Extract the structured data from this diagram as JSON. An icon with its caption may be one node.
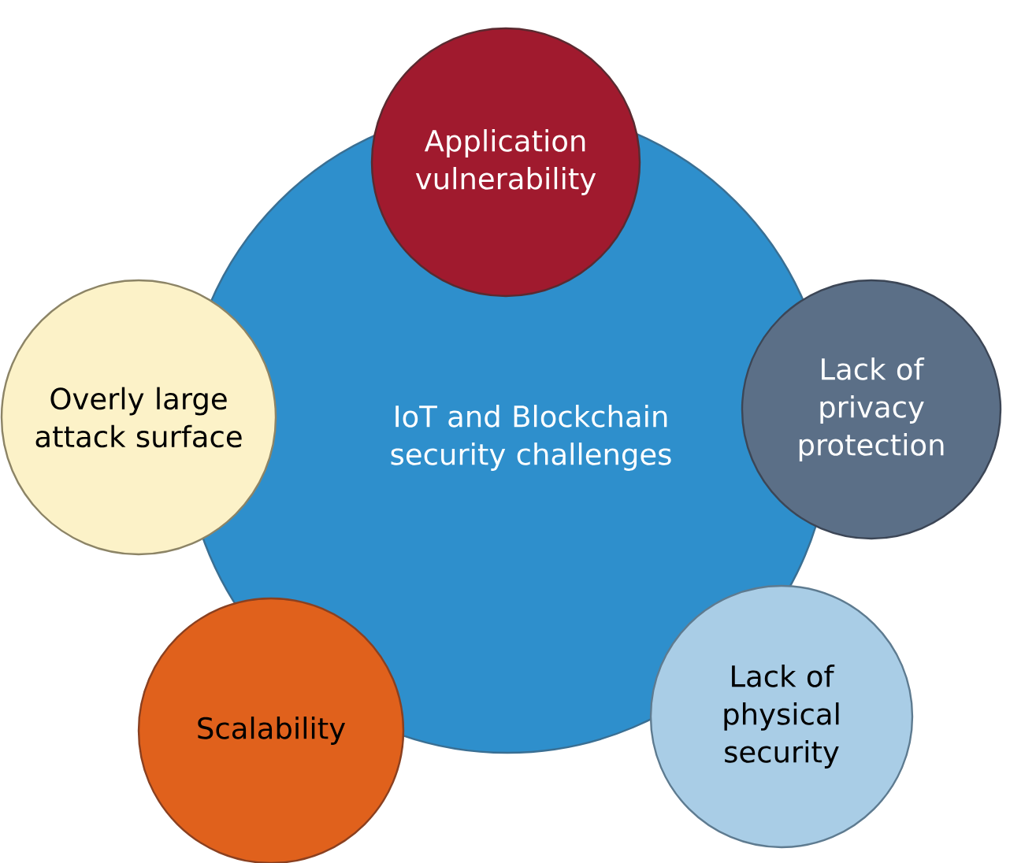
{
  "diagram": {
    "nodes": [
      {
        "text": [
          "IoT and Blockchain security challenges"
        ]
      },
      {
        "text": [
          "Application vulnerability"
        ]
      },
      {
        "text": [
          "Overly large attack surface"
        ]
      },
      {
        "text": [
          "Lack of privacy protection"
        ]
      },
      {
        "text": [
          "Scalability"
        ]
      },
      {
        "text": [
          "Lack of physical security"
        ]
      }
    ]
  }
}
